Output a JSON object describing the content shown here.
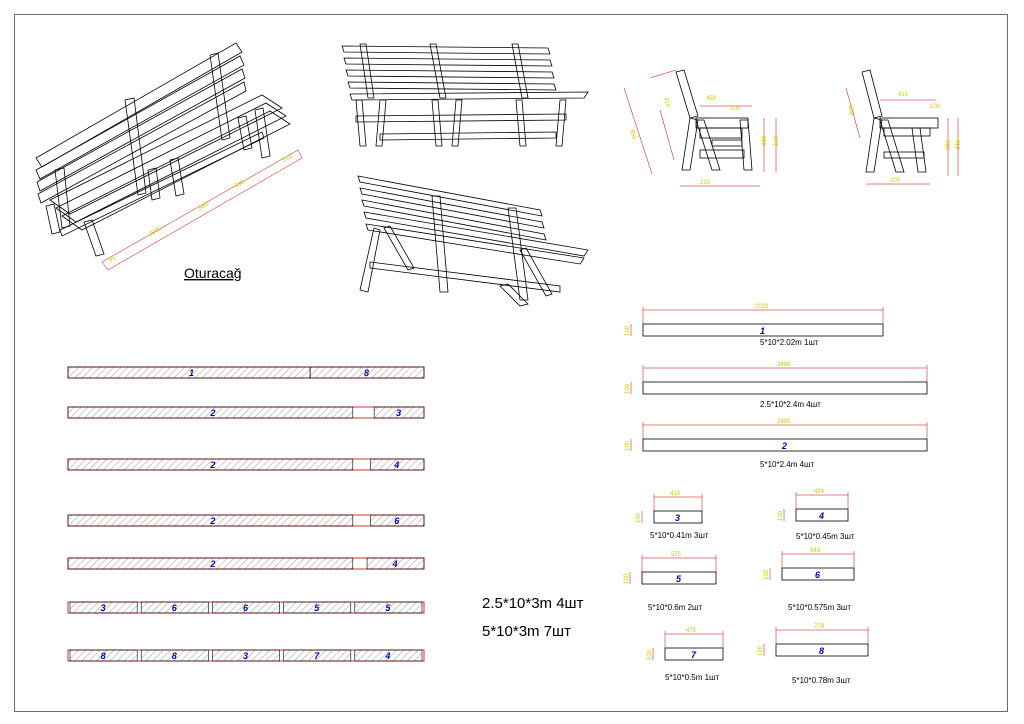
{
  "title": "Oturacağ",
  "stock": {
    "line1": "2.5*10*3m  4шт",
    "line2": "5*10*3m  7шт"
  },
  "parts": [
    {
      "id": "1",
      "label": "5*10*2.02m  1шт",
      "length_dim": "2020",
      "height_dim": "100"
    },
    {
      "id": "",
      "label": "2.5*10*2.4m  4шт",
      "length_dim": "2400",
      "height_dim": "100"
    },
    {
      "id": "2",
      "label": "5*10*2.4m  4шт",
      "length_dim": "2400",
      "height_dim": "100"
    },
    {
      "id": "3",
      "label": "5*10*0.41m  3шт",
      "length_dim": "410",
      "height_dim": "100"
    },
    {
      "id": "4",
      "label": "5*10*0.45m  3шт",
      "length_dim": "424",
      "height_dim": "100"
    },
    {
      "id": "5",
      "label": "5*10*0.6m  2шт",
      "length_dim": "575",
      "height_dim": "100"
    },
    {
      "id": "6",
      "label": "5*10*0.575m  3шт",
      "length_dim": "549",
      "height_dim": "100"
    },
    {
      "id": "7",
      "label": "5*10*0.5m  1шт",
      "length_dim": "475",
      "height_dim": "100"
    },
    {
      "id": "8",
      "label": "5*10*0.78m  3шт",
      "length_dim": "779",
      "height_dim": "100"
    }
  ],
  "cutting_rows": [
    [
      "1",
      "8"
    ],
    [
      "2",
      "3"
    ],
    [
      "2",
      "4"
    ],
    [
      "2",
      "6"
    ],
    [
      "2",
      "4"
    ],
    [
      "3",
      "6",
      "6",
      "5",
      "5"
    ],
    [
      "8",
      "8",
      "3",
      "7",
      "4"
    ]
  ],
  "side_dims": {
    "left": [
      "410",
      "450",
      "100",
      "850",
      "440",
      "210",
      "100"
    ],
    "right": [
      "450",
      "410",
      "100",
      "850",
      "440",
      "100"
    ]
  },
  "iso_dims": [
    "2020",
    "880",
    "600",
    "510",
    "95"
  ],
  "colors": {
    "line": "#000000",
    "dimension": "#c8c800",
    "cut": "#cc0000",
    "part_number": "#0000aa"
  }
}
